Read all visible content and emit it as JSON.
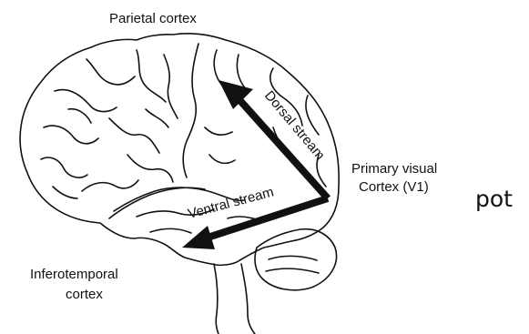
{
  "labels": {
    "parietal": "Parietal cortex",
    "primary_line1": "Primary visual",
    "primary_line2": "Cortex (V1)",
    "infero_line1": "Inferotemporal",
    "infero_line2": "cortex",
    "dorsal": "Dorsal stream",
    "ventral": "Ventral stream",
    "side_word": "pot"
  },
  "colors": {
    "ink": "#111111",
    "background": "#ffffff"
  }
}
